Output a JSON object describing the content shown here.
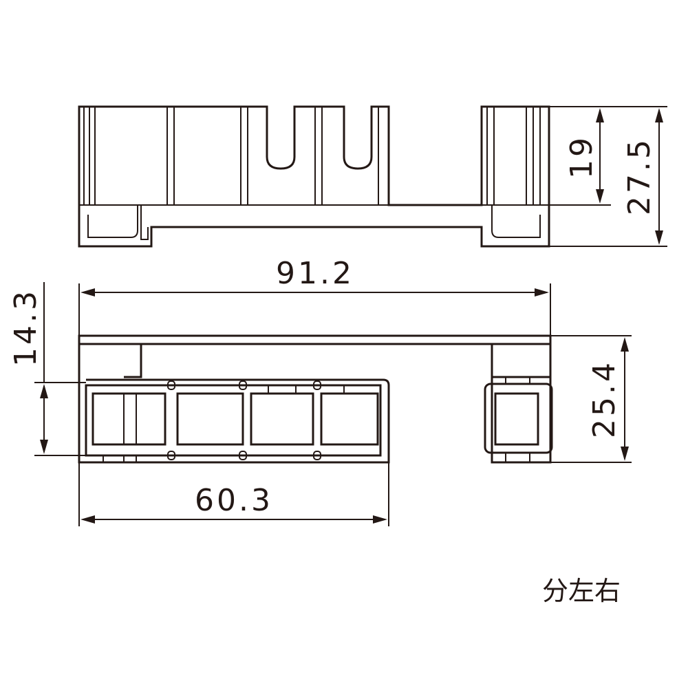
{
  "drawing": {
    "dimensions": {
      "inner_height": "19",
      "total_height": "27.5",
      "total_width": "91.2",
      "lower_height": "14.3",
      "side_height": "25.4",
      "lower_width": "60.3"
    },
    "caption": "分左右"
  }
}
